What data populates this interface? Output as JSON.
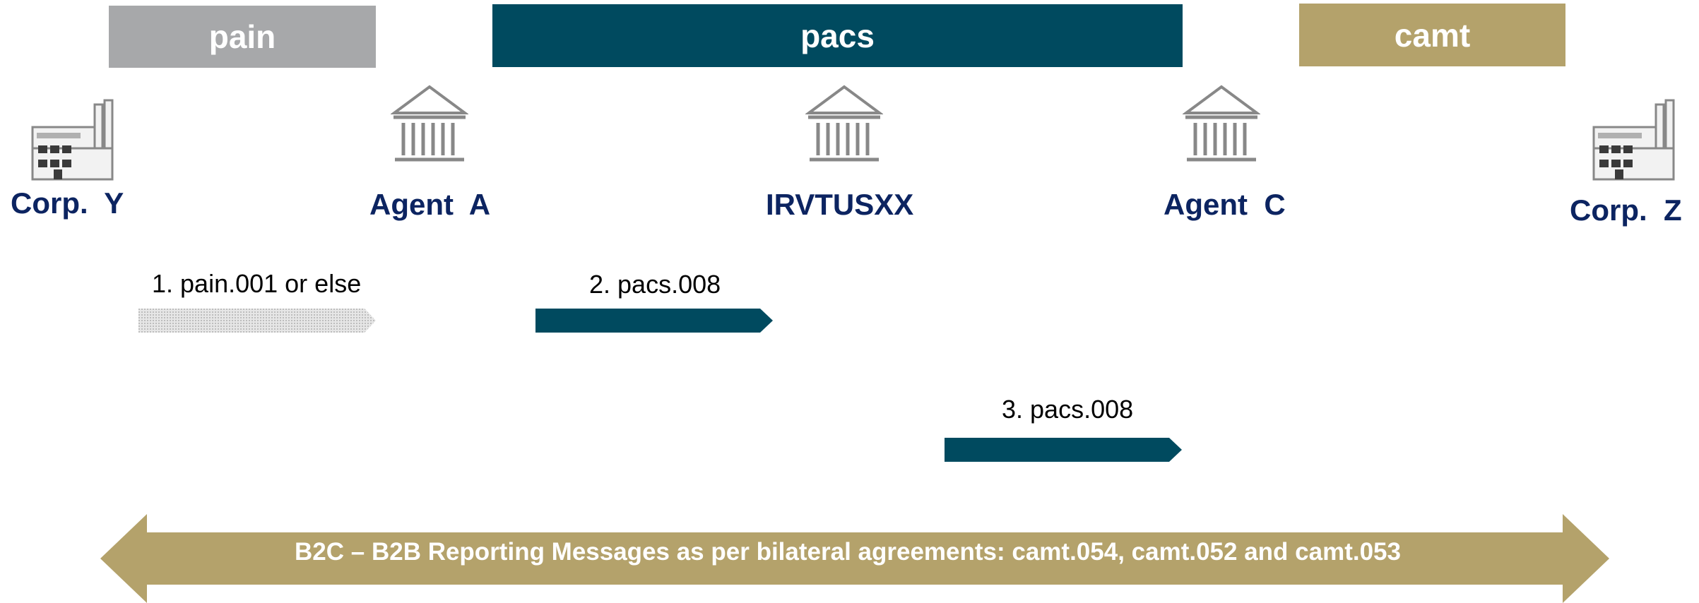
{
  "bands": {
    "pain": {
      "label": "pain",
      "color": "#a7a8aa"
    },
    "pacs": {
      "label": "pacs",
      "color": "#004a5f"
    },
    "camt": {
      "label": "camt",
      "color": "#b4a26b"
    }
  },
  "parties": [
    {
      "label": "Corp.  Y",
      "icon": "factory-icon"
    },
    {
      "label": "Agent  A",
      "icon": "bank-icon"
    },
    {
      "label": "IRVTUSXX",
      "icon": "bank-icon"
    },
    {
      "label": "Agent  C",
      "icon": "bank-icon"
    },
    {
      "label": "Corp.  Z",
      "icon": "factory-icon"
    }
  ],
  "messages": [
    {
      "label": "1. pain.001 or else",
      "style": "dotted-gray"
    },
    {
      "label": "2. pacs.008",
      "style": "solid-teal"
    },
    {
      "label": "3. pacs.008",
      "style": "solid-teal"
    }
  ],
  "reporting": {
    "label": "B2C – B2B Reporting Messages as per bilateral agreements: camt.054, camt.052 and camt.053",
    "color": "#b4a26b"
  }
}
